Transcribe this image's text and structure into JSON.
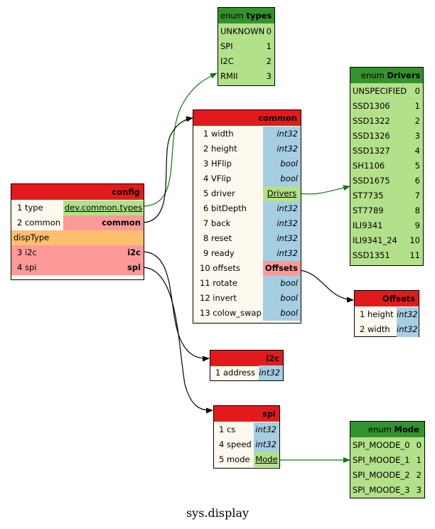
{
  "caption": "sys.display",
  "types": {
    "prefix": "enum",
    "name": "types",
    "values": [
      {
        "name": "UNKNOWN",
        "num": "0"
      },
      {
        "name": "SPI",
        "num": "1"
      },
      {
        "name": "I2C",
        "num": "2"
      },
      {
        "name": "RMII",
        "num": "3"
      }
    ]
  },
  "drivers": {
    "prefix": "enum",
    "name": "Drivers",
    "values": [
      {
        "name": "UNSPECIFIED",
        "num": "0"
      },
      {
        "name": "SSD1306",
        "num": "1"
      },
      {
        "name": "SSD1322",
        "num": "2"
      },
      {
        "name": "SSD1326",
        "num": "3"
      },
      {
        "name": "SSD1327",
        "num": "4"
      },
      {
        "name": "SH1106",
        "num": "5"
      },
      {
        "name": "SSD1675",
        "num": "6"
      },
      {
        "name": "ST7735",
        "num": "7"
      },
      {
        "name": "ST7789",
        "num": "8"
      },
      {
        "name": "ILI9341",
        "num": "9"
      },
      {
        "name": "ILI9341_24",
        "num": "10"
      },
      {
        "name": "SSD1351",
        "num": "11"
      }
    ]
  },
  "mode": {
    "prefix": "enum",
    "name": "Mode",
    "values": [
      {
        "name": "SPI_MOODE_0",
        "num": "0"
      },
      {
        "name": "SPI_MOODE_1",
        "num": "1"
      },
      {
        "name": "SPI_MOODE_2",
        "num": "2"
      },
      {
        "name": "SPI_MOODE_3",
        "num": "3"
      }
    ]
  },
  "common": {
    "name": "common",
    "fields": [
      {
        "label": "1 width",
        "type": "int32"
      },
      {
        "label": "2 height",
        "type": "int32"
      },
      {
        "label": "3 HFlip",
        "type": "bool"
      },
      {
        "label": "4 VFlip",
        "type": "bool"
      },
      {
        "label": "5 driver",
        "type": "Drivers"
      },
      {
        "label": "6 bitDepth",
        "type": "int32"
      },
      {
        "label": "7 back",
        "type": "int32"
      },
      {
        "label": "8 reset",
        "type": "int32"
      },
      {
        "label": "9 ready",
        "type": "int32"
      },
      {
        "label": "10 offsets",
        "type": "Offsets"
      },
      {
        "label": "11 rotate",
        "type": "bool"
      },
      {
        "label": "12 invert",
        "type": "bool"
      },
      {
        "label": "13 colow_swap",
        "type": "bool"
      }
    ]
  },
  "config": {
    "name": "config",
    "fields": [
      {
        "label": "1 type",
        "type": "dev.common.types"
      },
      {
        "label": "2 common",
        "type": "common"
      },
      {
        "label": "dispType"
      },
      {
        "label": "3 i2c",
        "type": "i2c"
      },
      {
        "label": "4 spi",
        "type": "spi"
      }
    ]
  },
  "offsets": {
    "name": "Offsets",
    "fields": [
      {
        "label": "1 height",
        "type": "int32"
      },
      {
        "label": "2 width",
        "type": "int32"
      }
    ]
  },
  "i2c": {
    "name": "i2c",
    "fields": [
      {
        "label": "1 address",
        "type": "int32"
      }
    ]
  },
  "spi": {
    "name": "spi",
    "fields": [
      {
        "label": "1 cs",
        "type": "int32"
      },
      {
        "label": "4 speed",
        "type": "int32"
      },
      {
        "label": "5 mode",
        "type": "Mode"
      }
    ]
  }
}
